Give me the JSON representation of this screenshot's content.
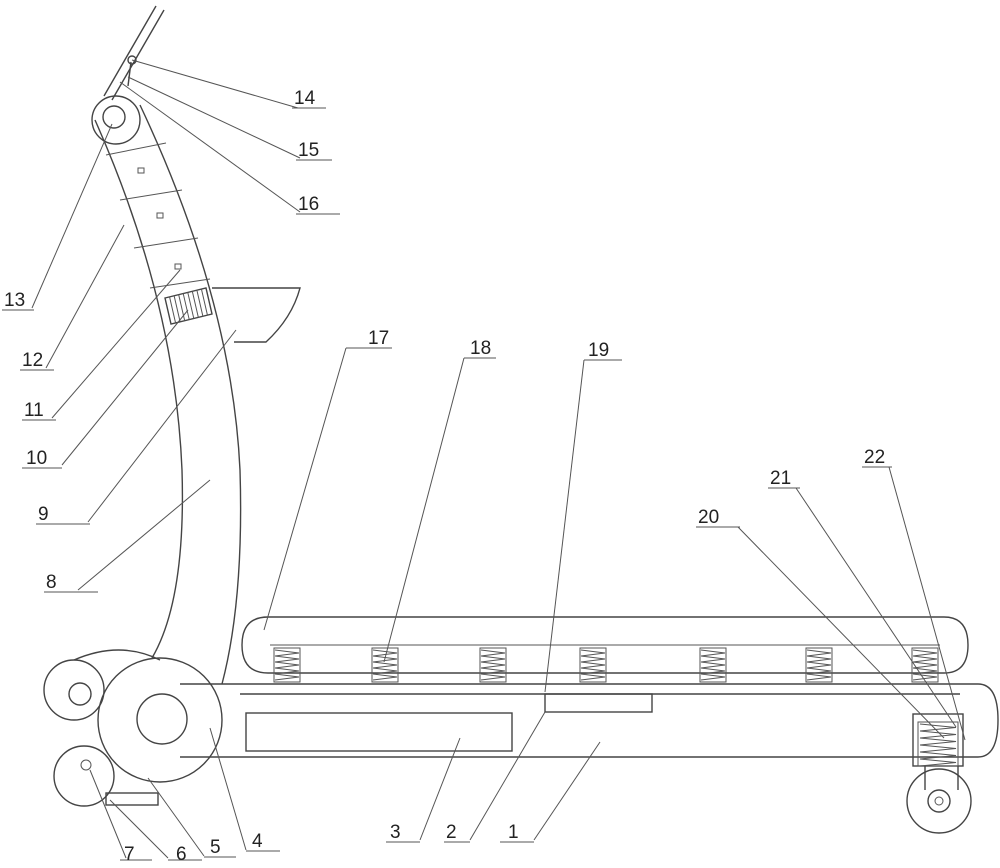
{
  "labels": [
    {
      "id": "1",
      "text": "1"
    },
    {
      "id": "2",
      "text": "2"
    },
    {
      "id": "3",
      "text": "3"
    },
    {
      "id": "4",
      "text": "4"
    },
    {
      "id": "5",
      "text": "5"
    },
    {
      "id": "6",
      "text": "6"
    },
    {
      "id": "7",
      "text": "7"
    },
    {
      "id": "8",
      "text": "8"
    },
    {
      "id": "9",
      "text": "9"
    },
    {
      "id": "10",
      "text": "10"
    },
    {
      "id": "11",
      "text": "11"
    },
    {
      "id": "12",
      "text": "12"
    },
    {
      "id": "13",
      "text": "13"
    },
    {
      "id": "14",
      "text": "14"
    },
    {
      "id": "15",
      "text": "15"
    },
    {
      "id": "16",
      "text": "16"
    },
    {
      "id": "17",
      "text": "17"
    },
    {
      "id": "18",
      "text": "18"
    },
    {
      "id": "19",
      "text": "19"
    },
    {
      "id": "20",
      "text": "20"
    },
    {
      "id": "21",
      "text": "21"
    },
    {
      "id": "22",
      "text": "22"
    }
  ],
  "colors": {
    "line": "#444444",
    "text": "#222222",
    "background": "#ffffff"
  }
}
